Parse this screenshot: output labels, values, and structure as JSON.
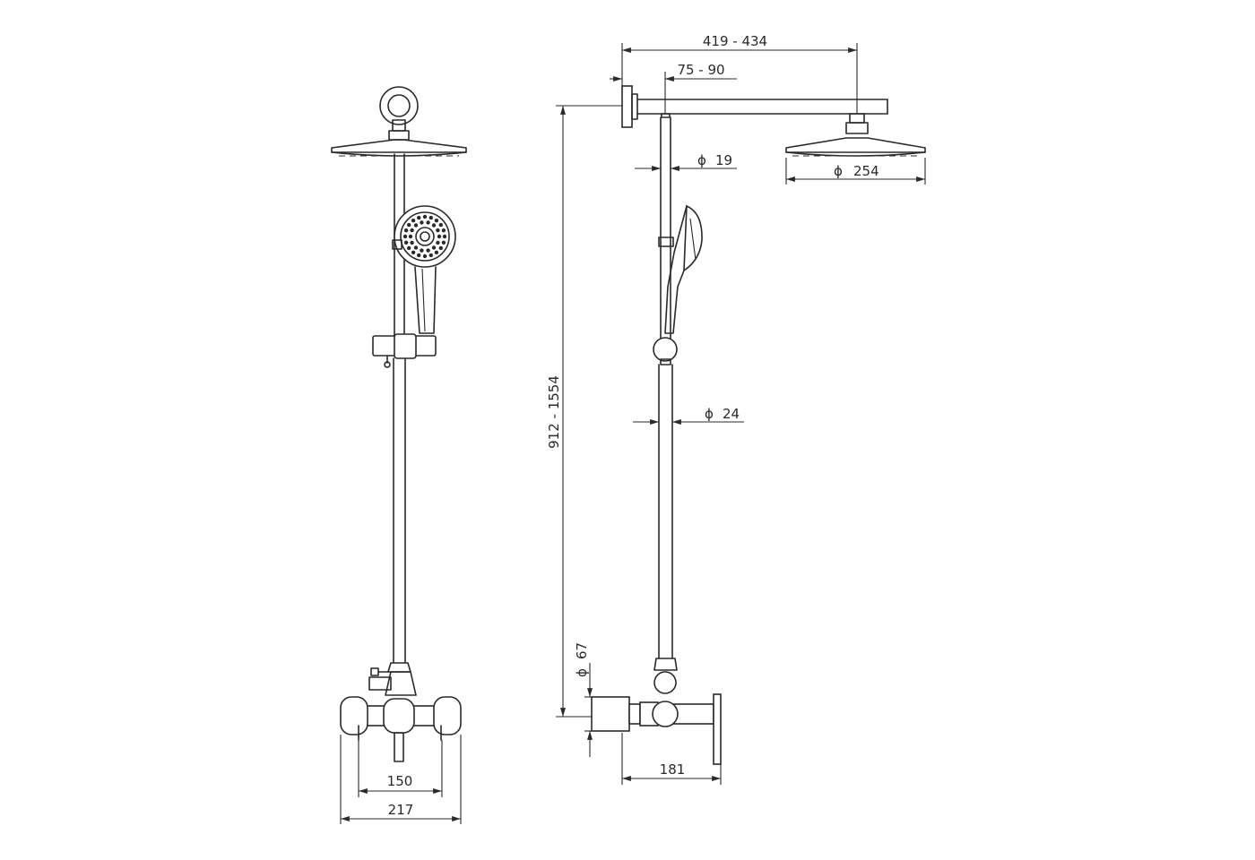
{
  "diagram": {
    "dimensions": {
      "rain_arm_projection": "419 - 434",
      "wall_to_riser_offset": "75 - 90",
      "upper_riser_diameter": "19",
      "rain_head_diameter": "254",
      "lower_riser_diameter": "24",
      "total_height": "912 - 1554",
      "wall_flange_diameter": "67",
      "mixer_depth": "181",
      "inlet_centers": "150",
      "mixer_width": "217"
    },
    "symbols": {
      "diameter": "ϕ"
    },
    "colors": {
      "line": "#2a2a2a",
      "background": "#ffffff"
    }
  }
}
